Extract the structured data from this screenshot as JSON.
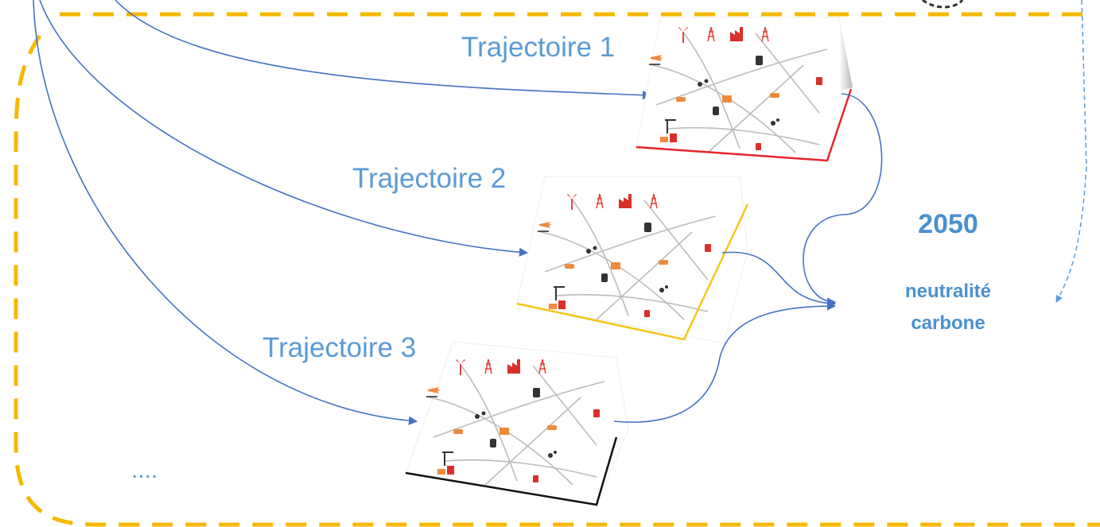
{
  "trajectories": [
    {
      "label": "Trajectoire 1",
      "border_color": "#e8262a"
    },
    {
      "label": "Trajectoire 2",
      "border_color": "#f5c518"
    },
    {
      "label": "Trajectoire 3",
      "border_color": "#111111"
    }
  ],
  "goal": {
    "year": "2050",
    "line1": "neutralité",
    "line2": "carbone"
  },
  "ellipsis": "....",
  "colors": {
    "frame_dash": "#f5b800",
    "arrow": "#4472c4",
    "dotted_arrow": "#5b9bd5",
    "label": "#5b9bd5"
  },
  "map_icons": [
    "wind-turbine-icon",
    "pylon-icon",
    "factory-icon",
    "plane-icon",
    "train-icon",
    "car-icon",
    "bicycle-icon",
    "house-icon",
    "crane-icon",
    "fuel-pump-icon"
  ]
}
